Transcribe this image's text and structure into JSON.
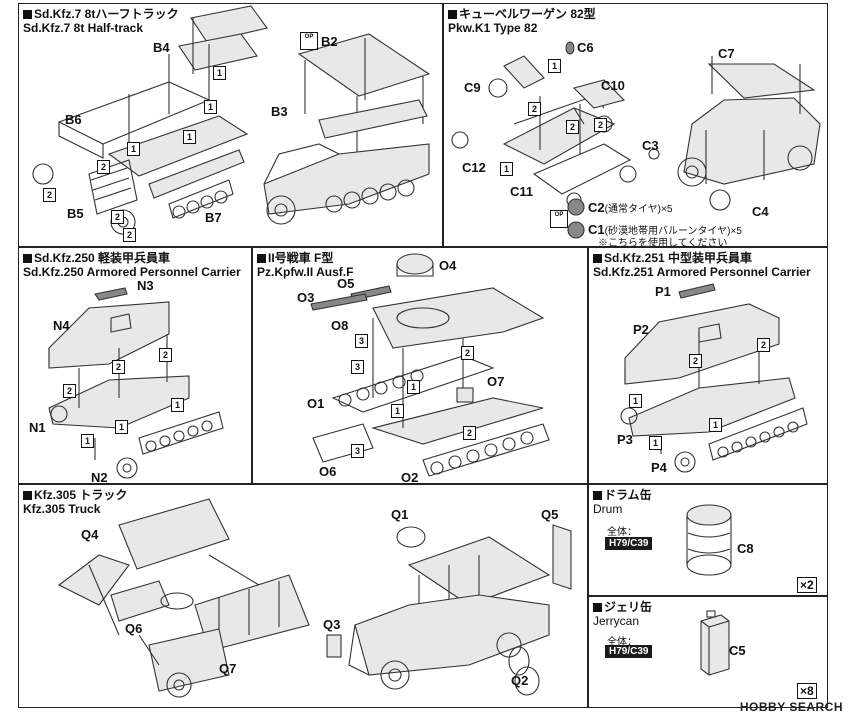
{
  "panels": {
    "sdkfz7": {
      "title_jp": "Sd.Kfz.7 8tハーフトラック",
      "title_en": "Sd.Kfz.7 8t Half-track",
      "parts": [
        "B4",
        "B2",
        "B6",
        "B3",
        "B5",
        "B7"
      ],
      "op_label": "OP",
      "steps": [
        "1",
        "1",
        "1",
        "1",
        "2",
        "2",
        "2",
        "2"
      ]
    },
    "kubel": {
      "title_jp": "キューベルワーゲン 82型",
      "title_en": "Pkw.K1 Type 82",
      "parts": [
        "C6",
        "C7",
        "C9",
        "C10",
        "C3",
        "C12",
        "C11",
        "C4",
        "C2",
        "C1"
      ],
      "c2_note": "(通常タイヤ)×5",
      "c1_note": "(砂漠地帯用バルーンタイヤ)×5",
      "c1_note2": "※こちらを使用してください",
      "op_label": "OP",
      "steps": [
        "1",
        "2",
        "1",
        "2",
        "2"
      ]
    },
    "sdkfz250": {
      "title_jp": "Sd.Kfz.250 軽装甲兵員車",
      "title_en": "Sd.Kfz.250 Armored Personnel Carrier",
      "parts": [
        "N3",
        "N4",
        "N1",
        "N2"
      ],
      "steps": [
        "2",
        "2",
        "2",
        "1",
        "1",
        "1"
      ]
    },
    "pz2": {
      "title_jp": "II号戦車 F型",
      "title_en": "Pz.Kpfw.II Ausf.F",
      "parts": [
        "O5",
        "O4",
        "O3",
        "O8",
        "O1",
        "O7",
        "O6",
        "O2"
      ],
      "steps": [
        "3",
        "3",
        "1",
        "1",
        "2",
        "2",
        "3"
      ]
    },
    "sdkfz251": {
      "title_jp": "Sd.Kfz.251 中型装甲兵員車",
      "title_en": "Sd.Kfz.251 Armored Personnel Carrier",
      "parts": [
        "P1",
        "P2",
        "P3",
        "P4"
      ],
      "steps": [
        "2",
        "2",
        "1",
        "1",
        "1"
      ]
    },
    "kfz305": {
      "title_jp": "Kfz.305 トラック",
      "title_en": "Kfz.305 Truck",
      "parts": [
        "Q4",
        "Q6",
        "Q7",
        "Q1",
        "Q5",
        "Q3",
        "Q2"
      ]
    },
    "drum": {
      "title_jp": "ドラム缶",
      "title_en": "Drum",
      "overall_label": "全体：",
      "paint_code": "H79/C39",
      "part": "C8",
      "qty": "×2"
    },
    "jerrycan": {
      "title_jp": "ジェリ缶",
      "title_en": "Jerrycan",
      "overall_label": "全体：",
      "paint_code": "H79/C39",
      "part": "C5",
      "qty": "×8"
    }
  },
  "watermark": "HOBBY SEARCH"
}
